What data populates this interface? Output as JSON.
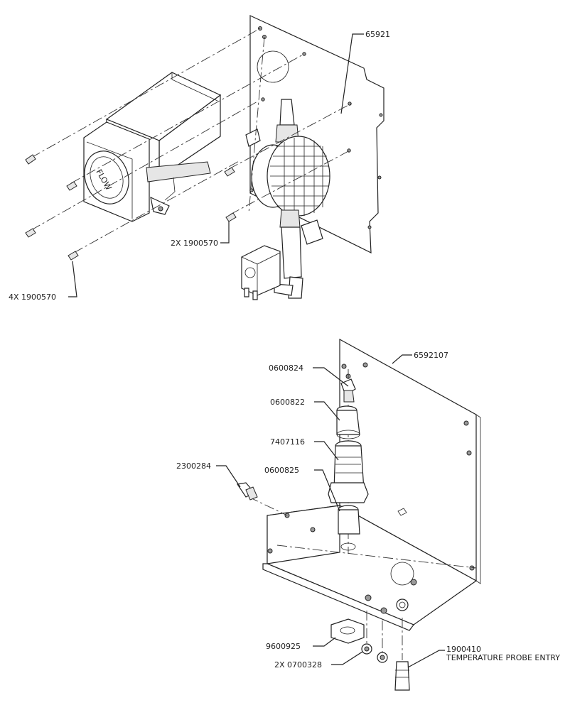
{
  "diagram": {
    "top_assembly": {
      "labels": {
        "plate": "65921",
        "screws_center": "2X 1900570",
        "screws_left": "4X 1900570"
      }
    },
    "bottom_assembly": {
      "labels": {
        "bracket": "6592107",
        "fitting_top": "0600824",
        "adapter_upper": "0600822",
        "union": "7407116",
        "adapter_lower": "0600825",
        "probe_fitting": "2300284",
        "nut": "9600925",
        "grommets": "2X 0700328",
        "probe_entry_part": "1900410",
        "probe_entry_desc": "TEMPERATURE PROBE ENTRY"
      }
    }
  }
}
